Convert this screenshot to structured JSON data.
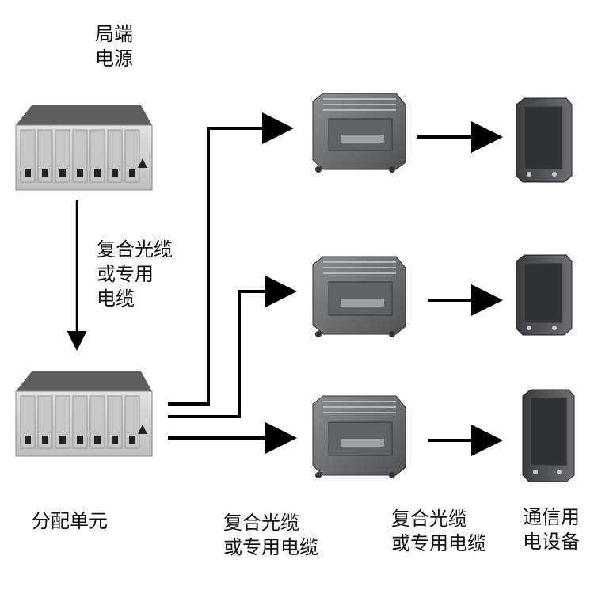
{
  "labels": {
    "source": "局端\n电源",
    "cable_vertical": "复合光缆\n或专用\n电缆",
    "distribution": "分配单元",
    "cable_bottom_left": "复合光缆\n或专用电缆",
    "cable_bottom_mid": "复合光缆\n或专用电缆",
    "telecom": "通信用\n电设备"
  },
  "colors": {
    "arrow": "#000000",
    "rack_body": "#d7d7d7",
    "rack_top": "#5e5e5e",
    "rack_module": "#c9c9c9",
    "enclosure": "#6f7378",
    "equipment": "#4c4f55"
  },
  "icons": {
    "rack": "rack-power-unit-icon",
    "enclosure": "outdoor-enclosure-icon",
    "equipment": "telecom-cabinet-icon"
  }
}
